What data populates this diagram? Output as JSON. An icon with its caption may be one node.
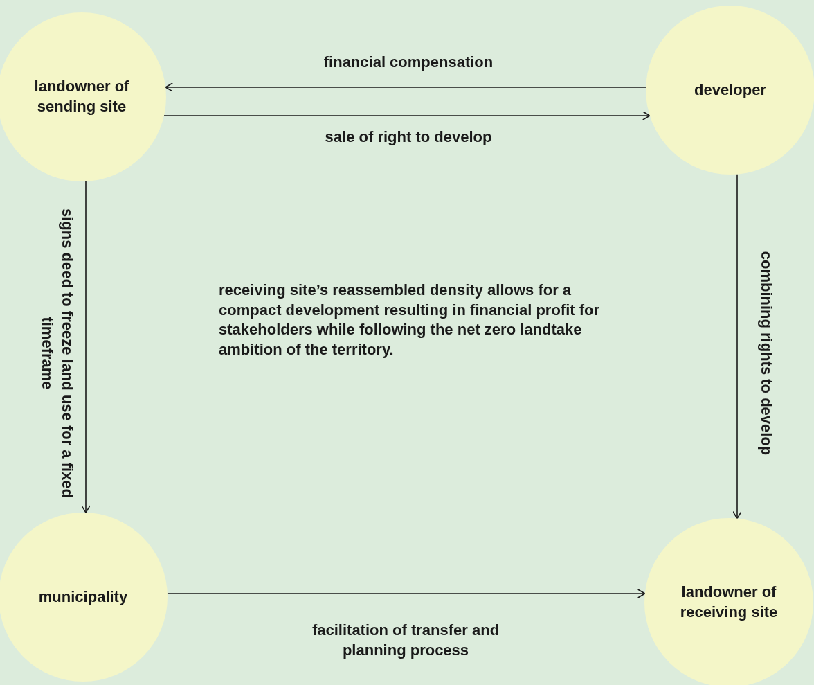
{
  "diagram": {
    "nodes": [
      {
        "text": [
          "landowner of sending site"
        ]
      },
      {
        "text": [
          "developer"
        ]
      },
      {
        "text": [
          "municipality"
        ]
      },
      {
        "text": [
          "landowner of receiving site"
        ]
      }
    ],
    "edges": [
      {
        "from": 1,
        "to": 0,
        "arrow": "to",
        "label": "financial compensation"
      },
      {
        "from": 0,
        "to": 1,
        "arrow": "to",
        "label": "sale of right to develop"
      },
      {
        "from": 0,
        "to": 2,
        "arrow": "to",
        "label": "signs deed to freeze land use for a fixed timeframe"
      },
      {
        "from": 1,
        "to": 3,
        "arrow": "to",
        "label": "combining rights to develop"
      },
      {
        "from": 2,
        "to": 3,
        "arrow": "to",
        "label": "facilitation of transfer and planning process"
      }
    ],
    "labels": [
      "receiving site’s reassembled density allows for a compact development resulting in financial profit for stakeholders while following the net zero landtake ambition of the territory."
    ]
  }
}
